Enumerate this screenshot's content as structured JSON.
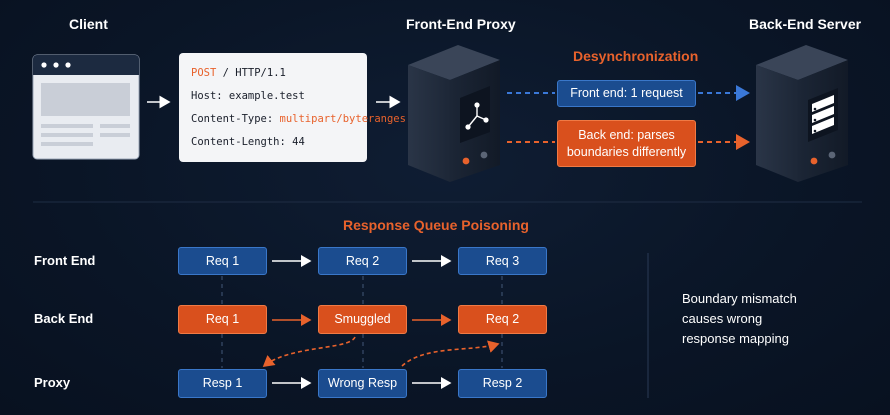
{
  "top": {
    "client_label": "Client",
    "proxy_label": "Front-End Proxy",
    "server_label": "Back-End Server",
    "desync_title": "Desynchronization",
    "request": {
      "method": "POST",
      "line1_rest": " / HTTP/1.1",
      "line2": "Host: example.test",
      "line3_prefix": "Content-Type: ",
      "line3_value": "multipart/byteranges",
      "line4": "Content-Length: 44"
    },
    "front_end_note": "Front end: 1 request",
    "back_end_note_l1": "Back end: parses",
    "back_end_note_l2": "boundaries differently"
  },
  "queue": {
    "title": "Response Queue Poisoning",
    "rows": {
      "front_end": "Front End",
      "back_end": "Back End",
      "proxy": "Proxy"
    },
    "front_end_items": [
      "Req 1",
      "Req 2",
      "Req 3"
    ],
    "back_end_items": [
      "Req 1",
      "Smuggled",
      "Req 2"
    ],
    "proxy_items": [
      "Resp 1",
      "Wrong Resp",
      "Resp 2"
    ],
    "note_lines": [
      "Boundary mismatch",
      "causes wrong",
      "response mapping"
    ]
  },
  "colors": {
    "background": "#0a1526",
    "accent_orange": "#e8622c",
    "accent_blue": "#1b4c8f",
    "dashed_blue": "#3a78d8"
  }
}
